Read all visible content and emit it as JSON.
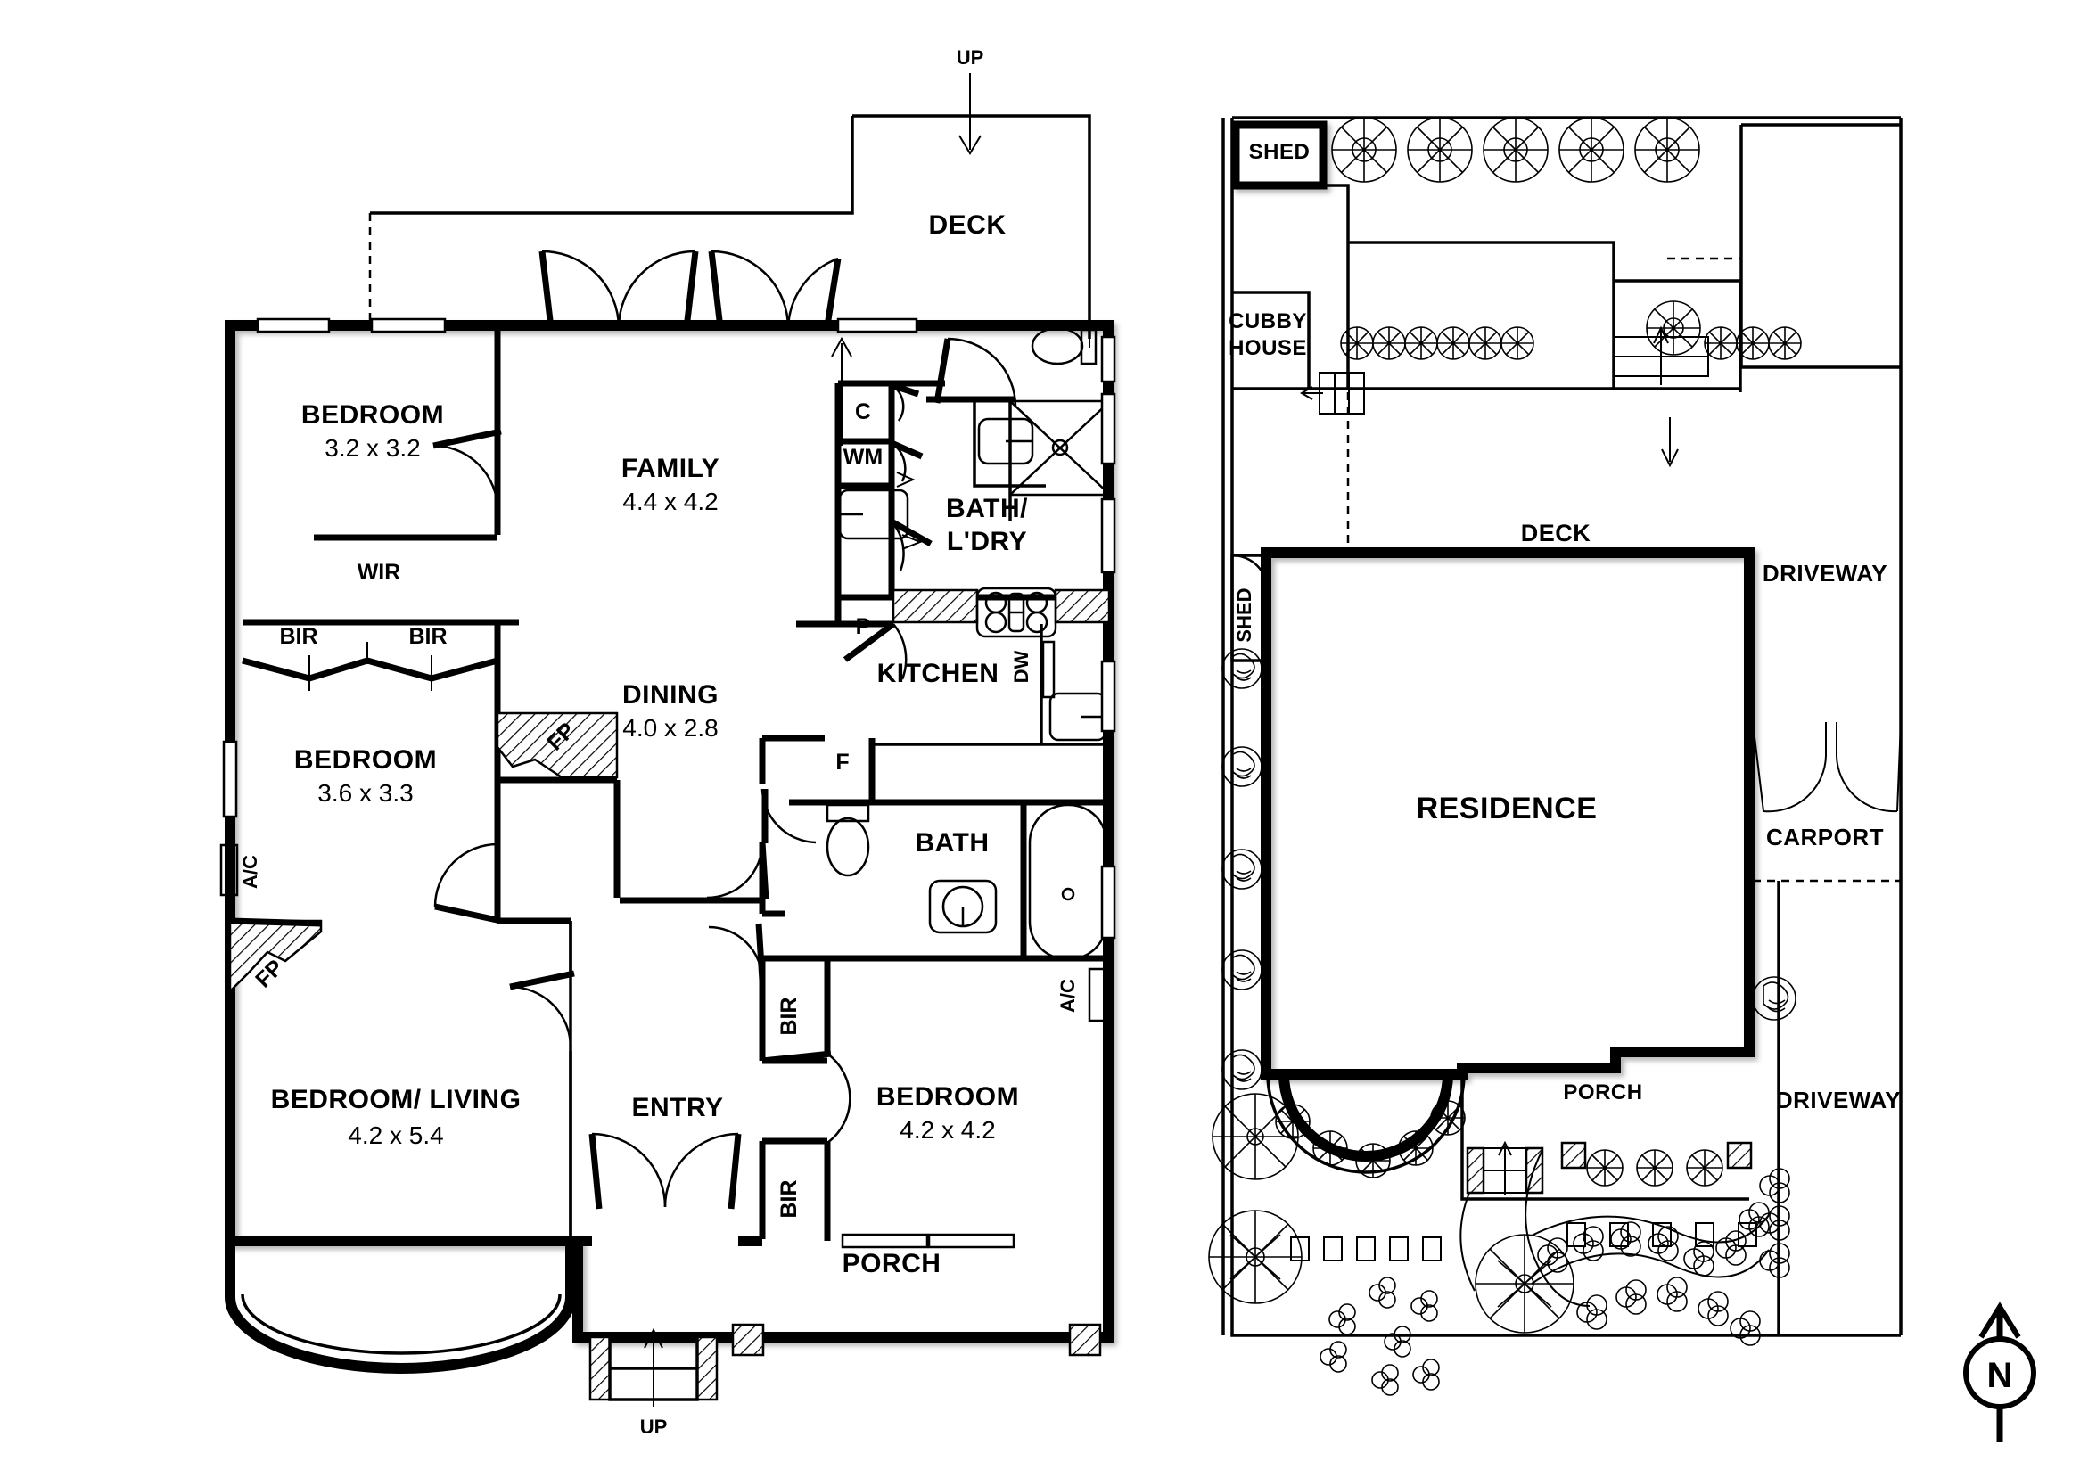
{
  "document": {
    "type": "real-estate-floorplan",
    "panels": [
      "floor-plan",
      "site-plan"
    ]
  },
  "floor_plan": {
    "rooms": [
      {
        "name": "BEDROOM",
        "dim": "3.2 x 3.2"
      },
      {
        "name": "BEDROOM",
        "dim": "3.6 x 3.3"
      },
      {
        "name": "BEDROOM/ LIVING",
        "dim": "4.2 x 5.4"
      },
      {
        "name": "BEDROOM",
        "dim": "4.2 x 4.2"
      },
      {
        "name": "FAMILY",
        "dim": "4.4 x 4.2"
      },
      {
        "name": "DINING",
        "dim": "4.0 x 2.8"
      },
      {
        "name": "KITCHEN",
        "dim": ""
      },
      {
        "name": "BATH/",
        "dim": "L'DRY"
      },
      {
        "name": "BATH",
        "dim": ""
      },
      {
        "name": "ENTRY",
        "dim": ""
      },
      {
        "name": "PORCH",
        "dim": ""
      },
      {
        "name": "DECK",
        "dim": ""
      }
    ],
    "labels": {
      "bedroom1_name": "BEDROOM",
      "bedroom1_dim": "3.2 x 3.2",
      "bedroom2_name": "BEDROOM",
      "bedroom2_dim": "3.6 x 3.3",
      "bedroom3_name": "BEDROOM/ LIVING",
      "bedroom3_dim": "4.2 x 5.4",
      "bedroom4_name": "BEDROOM",
      "bedroom4_dim": "4.2 x 4.2",
      "family_name": "FAMILY",
      "family_dim": "4.4 x 4.2",
      "dining_name": "DINING",
      "dining_dim": "4.0 x 2.8",
      "kitchen_name": "KITCHEN",
      "bath_ldry_line1": "BATH/",
      "bath_ldry_line2": "L'DRY",
      "bath_name": "BATH",
      "entry_name": "ENTRY",
      "porch_name": "PORCH",
      "deck_name": "DECK",
      "wir": "WIR",
      "bir_bed2_left": "BIR",
      "bir_bed2_right": "BIR",
      "bir_bed4_top": "BIR",
      "bir_bed4_bottom": "BIR",
      "fp_dining": "FP",
      "fp_living": "FP",
      "ac_left": "A/C",
      "ac_right": "A/C",
      "cupboard": "C",
      "washing_machine": "WM",
      "pantry": "P",
      "dishwasher": "DW",
      "fridge": "F",
      "up_deck": "UP",
      "up_porch": "UP"
    }
  },
  "site_plan": {
    "labels": {
      "shed_top": "SHED",
      "cubby_house_line1": "CUBBY",
      "cubby_house_line2": "HOUSE",
      "deck": "DECK",
      "shed_side": "SHED",
      "residence": "RESIDENCE",
      "driveway_top": "DRIVEWAY",
      "carport": "CARPORT",
      "driveway_bottom": "DRIVEWAY",
      "porch": "PORCH"
    }
  },
  "compass": {
    "north_label": "N"
  },
  "colors": {
    "ink": "#000000",
    "paper": "#ffffff"
  }
}
